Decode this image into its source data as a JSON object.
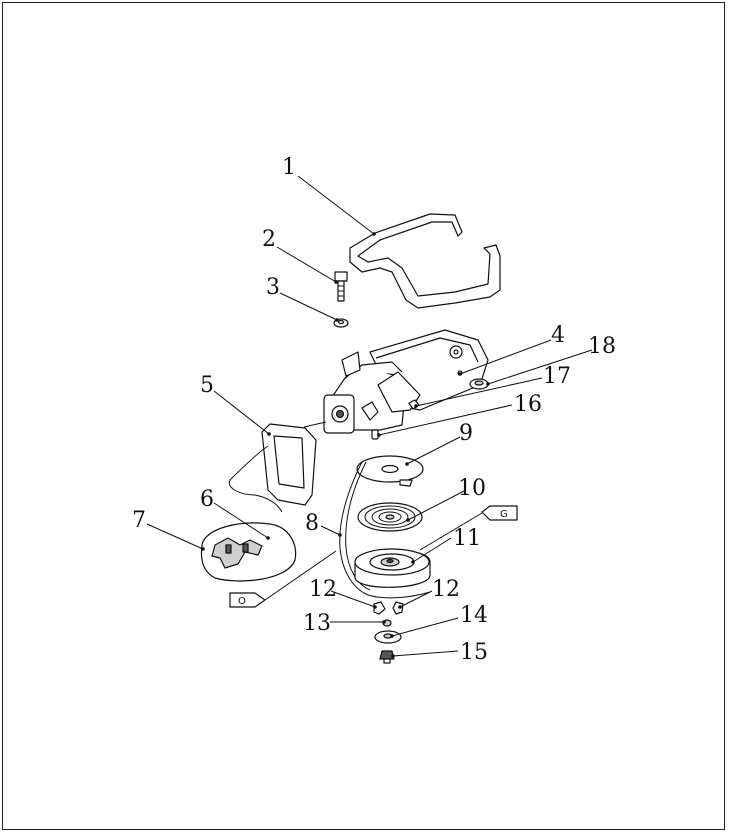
{
  "diagram": {
    "callouts": [
      {
        "id": "1",
        "label": "1"
      },
      {
        "id": "2",
        "label": "2"
      },
      {
        "id": "3",
        "label": "3"
      },
      {
        "id": "4",
        "label": "4"
      },
      {
        "id": "18",
        "label": "18"
      },
      {
        "id": "17",
        "label": "17"
      },
      {
        "id": "16",
        "label": "16"
      },
      {
        "id": "5",
        "label": "5"
      },
      {
        "id": "9",
        "label": "9"
      },
      {
        "id": "10",
        "label": "10"
      },
      {
        "id": "6",
        "label": "6"
      },
      {
        "id": "7",
        "label": "7"
      },
      {
        "id": "8",
        "label": "8"
      },
      {
        "id": "11",
        "label": "11"
      },
      {
        "id": "12a",
        "label": "12"
      },
      {
        "id": "12b",
        "label": "12"
      },
      {
        "id": "13",
        "label": "13"
      },
      {
        "id": "14",
        "label": "14"
      },
      {
        "id": "15",
        "label": "15"
      }
    ],
    "tags": {
      "grease": "G",
      "oil": "O"
    }
  },
  "colors": {
    "line": "#111111",
    "fill": "#cfcfcf",
    "background": "#ffffff"
  }
}
